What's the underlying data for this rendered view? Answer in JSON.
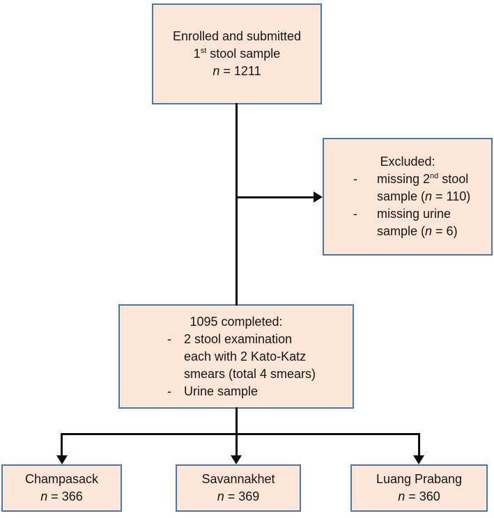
{
  "diagram": {
    "colors": {
      "box_fill": "#fce6d7",
      "box_border": "#4679ae",
      "connector": "#0d0d0d",
      "background": "#ffffff"
    },
    "bullet": "-",
    "enrolled_box": {
      "lines": [
        [
          {
            "t": "Enrolled and submitted"
          }
        ],
        [
          {
            "t": "1"
          },
          {
            "t": "st",
            "sup": true
          },
          {
            "t": " stool sample"
          }
        ],
        [
          {
            "t": "n",
            "i": true
          },
          {
            "t": " = 1211"
          }
        ]
      ]
    },
    "excluded_box": {
      "title": [
        {
          "t": "Excluded:"
        }
      ],
      "items": [
        [
          {
            "t": "missing 2"
          },
          {
            "t": "nd",
            "sup": true
          },
          {
            "t": " stool"
          },
          {
            "br": true
          },
          {
            "t": "sample ("
          },
          {
            "t": "n",
            "i": true
          },
          {
            "t": " = 110)"
          }
        ],
        [
          {
            "t": "missing urine"
          },
          {
            "br": true
          },
          {
            "t": "sample ("
          },
          {
            "t": "n",
            "i": true
          },
          {
            "t": " = 6)"
          }
        ]
      ]
    },
    "completed_box": {
      "title": [
        {
          "t": "1095 completed:"
        }
      ],
      "items": [
        [
          {
            "t": "2 stool examination"
          },
          {
            "br": true
          },
          {
            "t": "each with 2 Kato-Katz"
          },
          {
            "br": true
          },
          {
            "t": "smears (total 4 smears)"
          }
        ],
        [
          {
            "t": "Urine sample"
          }
        ]
      ]
    },
    "site_boxes": [
      {
        "name": [
          {
            "t": "Champasack"
          }
        ],
        "count": [
          {
            "t": "n",
            "i": true
          },
          {
            "t": " = 366"
          }
        ]
      },
      {
        "name": [
          {
            "t": "Savannakhet"
          }
        ],
        "count": [
          {
            "t": "n",
            "i": true
          },
          {
            "t": " = 369"
          }
        ]
      },
      {
        "name": [
          {
            "t": "Luang Prabang"
          }
        ],
        "count": [
          {
            "t": "n",
            "i": true
          },
          {
            "t": " = 360"
          }
        ]
      }
    ]
  }
}
